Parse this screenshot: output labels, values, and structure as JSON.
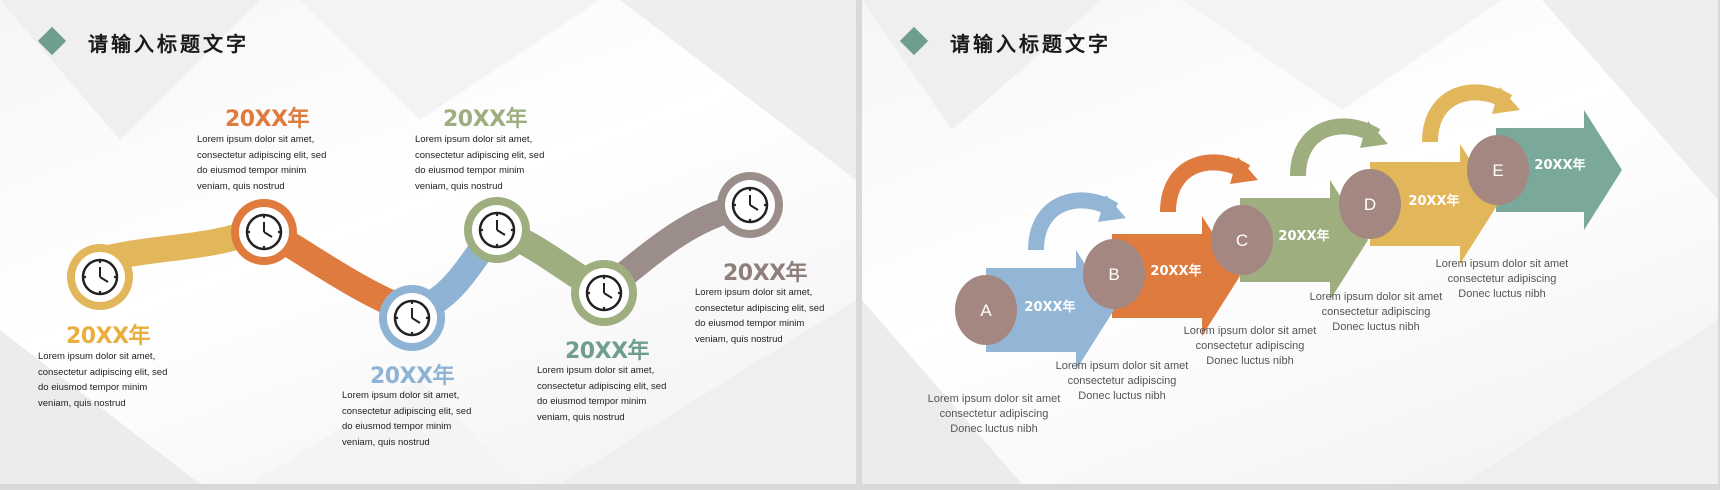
{
  "slides": [
    {
      "title": "请输入标题文字",
      "milestones": [
        {
          "year": "20XX年",
          "text": "Lorem ipsum dolor sit amet,\nconsectetur adipiscing elit, sed\ndo eiusmod tempor minim\nveniam, quis nostrud",
          "color": "#e9ae3d"
        },
        {
          "year": "20XX年",
          "text": "Lorem ipsum dolor sit amet,\nconsectetur adipiscing elit, sed\ndo eiusmod tempor minim\nveniam, quis nostrud",
          "color": "#e07b3f"
        },
        {
          "year": "20XX年",
          "text": "Lorem ipsum dolor sit amet,\nconsectetur adipiscing elit, sed\ndo eiusmod tempor minim\nveniam, quis nostrud",
          "color": "#8fb3d4"
        },
        {
          "year": "20XX年",
          "text": "Lorem ipsum dolor sit amet,\nconsectetur adipiscing elit, sed\ndo eiusmod tempor minim\nveniam, quis nostrud",
          "color": "#9eae7e"
        },
        {
          "year": "20XX年",
          "text": "Lorem ipsum dolor sit amet,\nconsectetur adipiscing elit, sed\ndo eiusmod tempor minim\nveniam, quis nostrud",
          "color": "#6f9e91"
        },
        {
          "year": "20XX年",
          "text": "Lorem ipsum dolor sit amet,\nconsectetur adipiscing elit, sed\ndo eiusmod tempor minim\nveniam, quis nostrud",
          "color": "#8f7f7a"
        }
      ]
    },
    {
      "title": "请输入标题文字",
      "steps": [
        {
          "letter": "A",
          "year": "20XX年",
          "text": "Lorem ipsum dolor sit amet\nconsectetur adipiscing\nDonec luctus nibh",
          "color": "#93b6d6"
        },
        {
          "letter": "B",
          "year": "20XX年",
          "text": "Lorem ipsum dolor sit amet\nconsectetur adipiscing\nDonec luctus nibh",
          "color": "#e07b3f"
        },
        {
          "letter": "C",
          "year": "20XX年",
          "text": "Lorem ipsum dolor sit amet\nconsectetur adipiscing\nDonec luctus nibh",
          "color": "#9eae7e"
        },
        {
          "letter": "D",
          "year": "20XX年",
          "text": "Lorem ipsum dolor sit amet\nconsectetur adipiscing\nDonec luctus nibh",
          "color": "#e2b65a"
        },
        {
          "letter": "E",
          "year": "20XX年",
          "text": "Lorem ipsum dolor sit amet\nconsectetur adipiscing\nDonec luctus nibh",
          "color": "#7aa89a"
        }
      ]
    }
  ],
  "colors": {
    "accent": "#6f9e91",
    "circle": "#a38780"
  }
}
